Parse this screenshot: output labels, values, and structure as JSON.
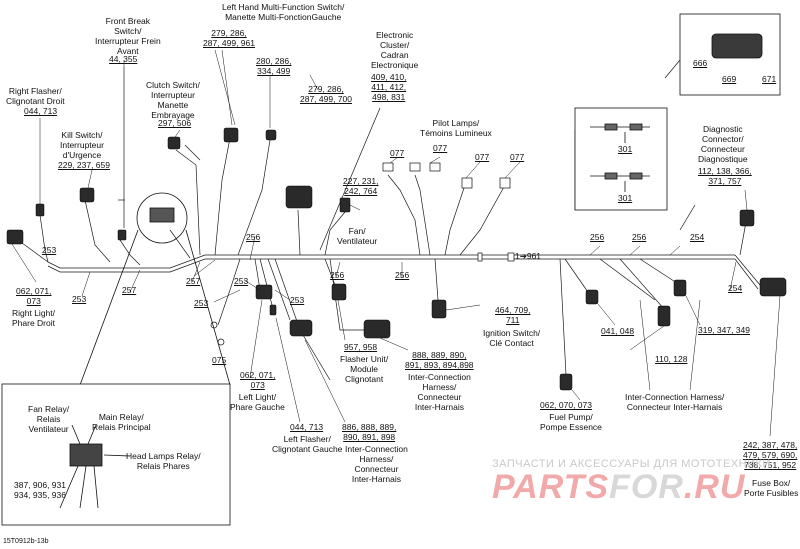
{
  "labels": {
    "front_brake": "Front Break\nSwitch/\nInterrupteur Frein\nAvant",
    "left_hand": "Left Hand  Multi-Function Switch/\nManette Multi-FonctionGauche",
    "electronic_cluster": "Electronic\nCluster/\nCadran\nElectronique",
    "right_flasher": "Right Flasher/\nClignotant Droit",
    "kill_switch": "Kill Switch/\nInterrupteur\nd'Urgence",
    "clutch_switch": "Clutch Switch/\nInterrupteur\nManette\nEmbrayage",
    "pilot_lamps": "Pilot Lamps/\nTémoins Lumineux",
    "diagnostic": "Diagnostic\nConnector/\nConnecteur\nDiagnostique",
    "fan": "Fan/\nVentilateur",
    "right_light": "Right Light/\nPhare Droit",
    "ignition": "Ignition Switch/\nClé Contact",
    "flasher_unit": "Flasher Unit/\nModule\nClignotant",
    "interconnection_1": "Inter-Connection\nHarness/\nConnecteur\nInter-Harnais",
    "left_light": "Left Light/\nPhare Gauche",
    "left_flasher": "Left Flasher/\nClignotant Gauche",
    "interconnection_2": "Inter-Connection\nHarness/\nConnecteur\nInter-Harnais",
    "fuel_pump": "Fuel Pump/\nPompe Essence",
    "interconnection_3": "Inter-Connection Harness/\nConnecteur Inter-Harnais",
    "fuse_box": "Fuse Box/\nPorte Fusibles",
    "fan_relay": "Fan Relay/\nRelais\nVentilateur",
    "main_relay": "Main Relay/\nRelais Principal",
    "head_lamps_relay": "Head Lamps Relay/\nRelais Phares"
  },
  "refs": {
    "front_brake": "44, 355",
    "left_hand_a": "279, 286,\n287, 499, 961",
    "left_hand_b": "280, 286,\n334, 499",
    "left_hand_c": "279, 286,\n287, 499, 700",
    "electronic_cluster": "409, 410,\n411, 412,\n498, 831",
    "right_flasher": "044, 713",
    "kill_switch": "229, 237, 659",
    "clutch_switch": "297, 506",
    "pilot_077_a": "077",
    "pilot_077_b": "077",
    "pilot_077_c": "077",
    "pilot_077_d": "077",
    "fan": "227, 231,\n242, 764",
    "diagnostic": "112, 138, 366,\n371, 757",
    "inset_666": "666",
    "inset_669": "669",
    "inset_671": "671",
    "inset_301_a": "301",
    "inset_301_b": "301",
    "h253_a": "253",
    "h253_b": "253",
    "h253_c": "253",
    "h253_d": "253",
    "h253_e": "253",
    "h257_a": "257",
    "h257_b": "257",
    "h256_a": "256",
    "h256_b": "256",
    "h256_c": "256",
    "h256_d": "256",
    "h254_a": "254",
    "h254_b": "254",
    "right_light": "062, 071,\n073",
    "see_961": "1➔961",
    "ignition": "464, 709,\n711",
    "flasher_unit": "957, 958",
    "interconnection_1": "888, 889, 890,\n891, 893, 894,898",
    "left_light": "062, 071,\n073",
    "pilot_075": "075",
    "left_flasher": "044, 713",
    "interconnection_2": "886, 888, 889,\n890, 891, 898",
    "fuel_pump": "062, 070, 073",
    "conn_041": "041, 048",
    "conn_110": "110, 128",
    "conn_319": "319, 347, 349",
    "fuse_box": "242, 387, 478,\n479, 579, 690,\n738, 751, 952",
    "relays": "387, 906, 931\n934, 935, 936"
  },
  "watermark": {
    "line1": "ЗАПЧАСТИ И АКСЕССУАРЫ ДЛЯ МОТОТЕХНИКИ",
    "line2a": "PARTS",
    "line2b": "FOR",
    "line2c": ".RU"
  },
  "figure_code": "15T0912b-13b"
}
